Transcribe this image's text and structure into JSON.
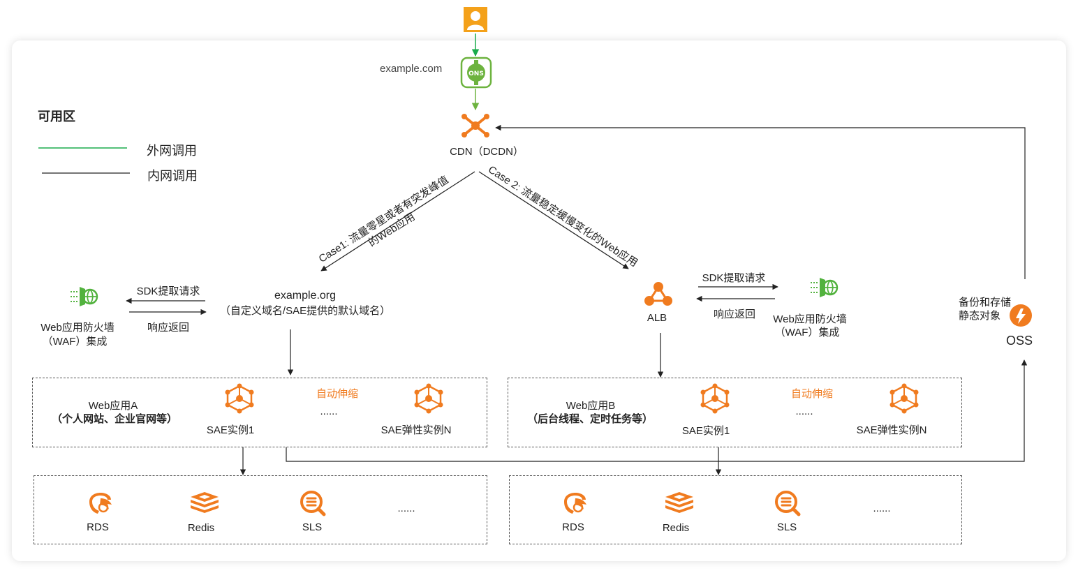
{
  "user": {
    "icon": "user-icon"
  },
  "dns": {
    "domain": "example.com",
    "icon": "dns-icon"
  },
  "cdn": {
    "label": "CDN（DCDN）",
    "icon": "cdn-icon"
  },
  "legend": {
    "title": "可用区",
    "external": {
      "label": "外网调用",
      "color": "#1aab4b"
    },
    "internal": {
      "label": "内网调用",
      "color": "#222222"
    }
  },
  "case1": {
    "line1": "Case1: 流量零星或者有突发峰值",
    "line2": "的Web应用"
  },
  "case2": {
    "line1": "Case 2: 流量稳定缓慢变化的Web应用"
  },
  "left": {
    "waf": {
      "line1": "Web应用防火墙",
      "line2": "（WAF）集成",
      "icon": "waf-icon"
    },
    "sdk_request": "SDK提取请求",
    "response": "响应返回",
    "domain": {
      "line1": "example.org",
      "line2": "（自定义域名/SAE提供的默认域名）"
    },
    "app": {
      "title": "Web应用A",
      "subtitle": "（个人网站、企业官网等）",
      "instance1": "SAE实例1",
      "autoscale": "自动伸缩",
      "ellipsis": "......",
      "elastic": "SAE弹性实例N"
    },
    "services": [
      {
        "label": "RDS",
        "icon": "rds-icon"
      },
      {
        "label": "Redis",
        "icon": "redis-icon"
      },
      {
        "label": "SLS",
        "icon": "sls-icon"
      }
    ],
    "services_more": "......"
  },
  "right": {
    "alb": {
      "label": "ALB",
      "icon": "alb-icon"
    },
    "sdk_request": "SDK提取请求",
    "response": "响应返回",
    "waf": {
      "line1": "Web应用防火墙",
      "line2": "（WAF）集成",
      "icon": "waf-icon"
    },
    "app": {
      "title": "Web应用B",
      "subtitle": "（后台线程、定时任务等）",
      "instance1": "SAE实例1",
      "autoscale": "自动伸缩",
      "ellipsis": "......",
      "elastic": "SAE弹性实例N"
    },
    "services": [
      {
        "label": "RDS",
        "icon": "rds-icon"
      },
      {
        "label": "Redis",
        "icon": "redis-icon"
      },
      {
        "label": "SLS",
        "icon": "sls-icon"
      }
    ],
    "services_more": "......"
  },
  "oss": {
    "label": "OSS",
    "note_line1": "备份和存储",
    "note_line2": "静态对象",
    "icon": "oss-icon"
  },
  "colors": {
    "orange": "#f07b1f",
    "green": "#1aab4b",
    "dns_green": "#6db33f",
    "waf_green": "#52b23e"
  }
}
